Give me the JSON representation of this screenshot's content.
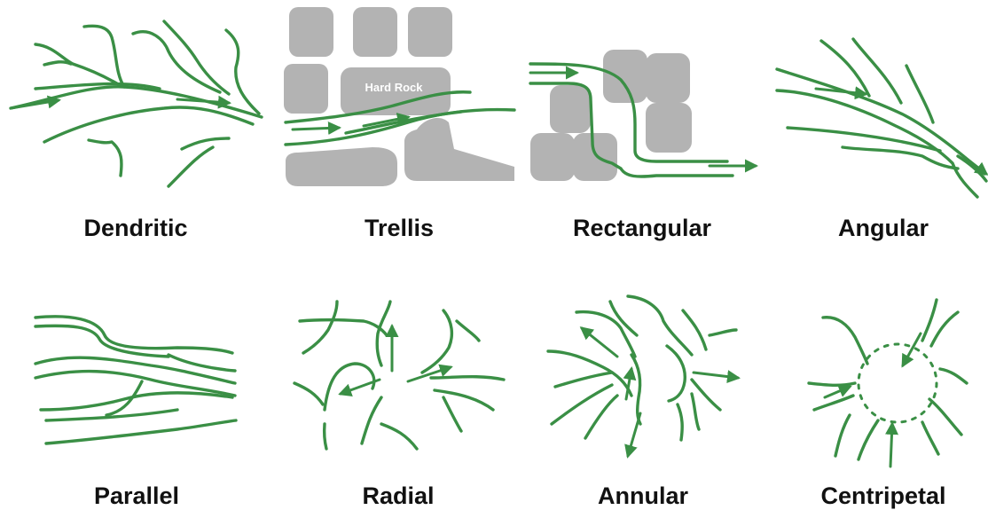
{
  "colors": {
    "river": "#3a8f45",
    "rock": "#b3b3b3",
    "label": "#111111"
  },
  "patterns": [
    {
      "name": "Dendritic"
    },
    {
      "name": "Trellis",
      "rock_label": "Hard Rock"
    },
    {
      "name": "Rectangular"
    },
    {
      "name": "Angular"
    },
    {
      "name": "Parallel"
    },
    {
      "name": "Radial"
    },
    {
      "name": "Annular"
    },
    {
      "name": "Centripetal"
    }
  ]
}
